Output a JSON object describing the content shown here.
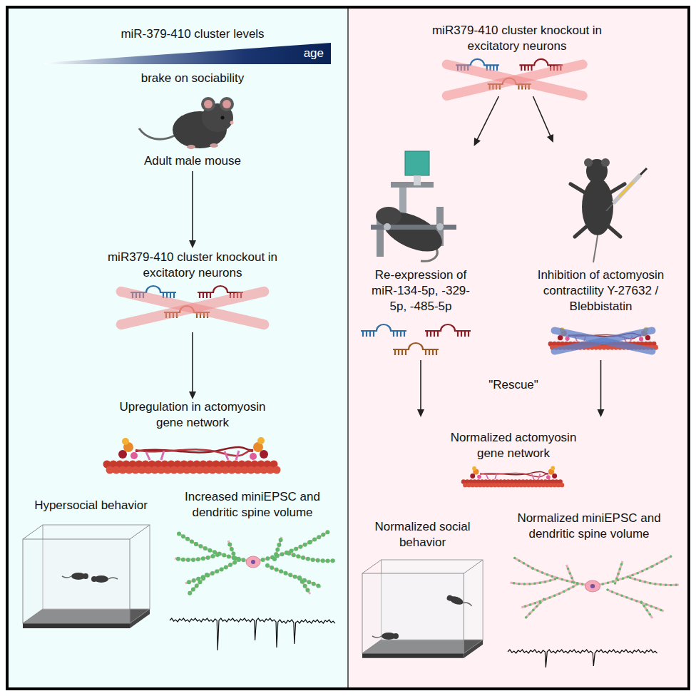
{
  "diagram": {
    "nodes": [
      {
        "text": [
          "age"
        ]
      },
      {
        "text": [
          "Adult male mouse"
        ]
      },
      {
        "text": [
          "miR379-410 cluster knockout in excitatory neurons"
        ]
      },
      {
        "text": [
          "Upregulation in actomyosin gene network"
        ]
      },
      {
        "text": [
          "Hypersocial behavior"
        ]
      },
      {
        "text": [
          "Increased miniEPSC and dendritic spine volume"
        ]
      },
      {
        "text": [
          "miR379-410 cluster knockout in excitatory neurons"
        ]
      },
      {
        "text": [
          "Re-expression of miR-134-5p, -329-5p, -485-5p"
        ]
      },
      {
        "text": [
          "Inhibition of actomyosin contractility Y-27632 / Blebbistatin"
        ]
      },
      {
        "text": [
          "Normalized actomyosin gene network"
        ]
      },
      {
        "text": [
          "Normalized social behavior"
        ]
      },
      {
        "text": [
          "Normalized miniEPSC and dendritic spine volume"
        ]
      }
    ],
    "edges": [
      {
        "from": 1,
        "to": 2,
        "arrow": "to"
      },
      {
        "from": 2,
        "to": 3,
        "arrow": "to"
      },
      {
        "from": 6,
        "to": 7,
        "arrow": "to"
      },
      {
        "from": 6,
        "to": 8,
        "arrow": "to"
      },
      {
        "from": 7,
        "to": 9,
        "arrow": "to"
      },
      {
        "from": 8,
        "to": 9,
        "arrow": "to"
      }
    ],
    "labels": [
      "miR-379-410 cluster levels",
      "brake on sociability",
      "\"Rescue\""
    ]
  }
}
